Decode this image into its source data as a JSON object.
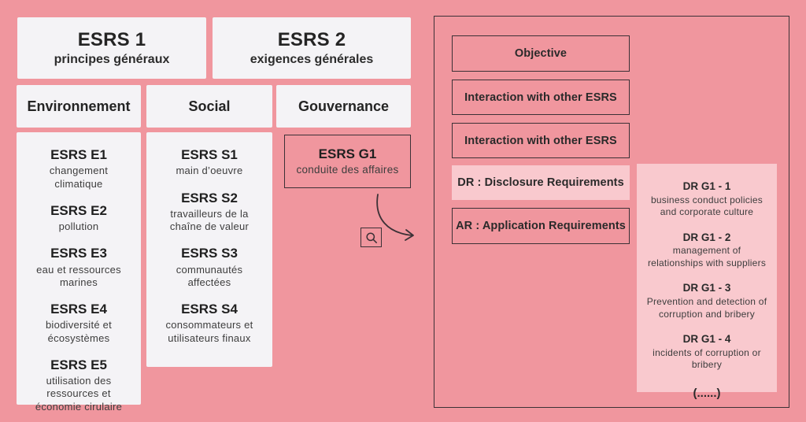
{
  "colors": {
    "background": "#f0969e",
    "card": "#f4f3f6",
    "light_pink": "#f9c9ce",
    "ink": "#3c3136"
  },
  "general_standards": [
    {
      "title": "ESRS 1",
      "subtitle": "principes généraux"
    },
    {
      "title": "ESRS 2",
      "subtitle": "exigences générales"
    }
  ],
  "pillars": [
    {
      "label": "Environnement",
      "standards": [
        {
          "code": "ESRS E1",
          "description": "changement climatique"
        },
        {
          "code": "ESRS E2",
          "description": "pollution"
        },
        {
          "code": "ESRS E3",
          "description": "eau et ressources marines"
        },
        {
          "code": "ESRS E4",
          "description": "biodiversité et écosystèmes"
        },
        {
          "code": "ESRS E5",
          "description": "utilisation des ressources et économie cirulaire"
        }
      ]
    },
    {
      "label": "Social",
      "standards": [
        {
          "code": "ESRS S1",
          "description": "main d’oeuvre"
        },
        {
          "code": "ESRS S2",
          "description": "travailleurs de la chaîne de valeur"
        },
        {
          "code": "ESRS S3",
          "description": "communautés affectées"
        },
        {
          "code": "ESRS S4",
          "description": "consommateurs et utilisateurs finaux"
        }
      ]
    },
    {
      "label": "Gouvernance",
      "standards": [
        {
          "code": "ESRS G1",
          "description": "conduite des affaires"
        }
      ]
    }
  ],
  "icons": {
    "magnifier": "magnifier"
  },
  "g1_detail": {
    "sections": [
      {
        "label": "Objective"
      },
      {
        "label": "Interaction with other ESRS"
      },
      {
        "label": "Interaction with other ESRS"
      },
      {
        "label": "DR : Disclosure Requirements"
      },
      {
        "label": "AR : Application Requirements"
      }
    ],
    "disclosure_requirements": [
      {
        "code": "DR G1 - 1",
        "description": "business conduct policies and corporate culture"
      },
      {
        "code": "DR G1 - 2",
        "description": "management of relationships with suppliers"
      },
      {
        "code": "DR G1 - 3",
        "description": "Prevention and detection of corruption and bribery"
      },
      {
        "code": "DR G1 - 4",
        "description": "incidents of corruption or bribery"
      }
    ],
    "ellipsis": "(......)"
  }
}
